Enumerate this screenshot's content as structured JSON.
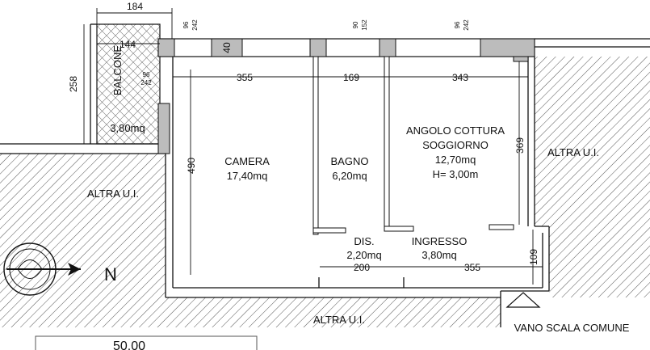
{
  "rooms": {
    "balcone": {
      "name": "BALCONE",
      "area": "3,80mq"
    },
    "camera": {
      "name": "CAMERA",
      "area": "17,40mq"
    },
    "bagno": {
      "name": "BAGNO",
      "area": "6,20mq"
    },
    "soggiorno": {
      "name1": "ANGOLO COTTURA",
      "name2": "SOGGIORNO",
      "area": "12,70mq",
      "height": "H= 3,00m"
    },
    "dis": {
      "name": "DIS.",
      "area": "2,20mq"
    },
    "ingresso": {
      "name": "INGRESSO",
      "area": "3,80mq"
    }
  },
  "labels": {
    "altra_right": "ALTRA U.I.",
    "altra_left": "ALTRA U.I.",
    "altra_bottom": "ALTRA U.I.",
    "vano_scala": "VANO SCALA COMUNE",
    "north": "N",
    "bottom_cut": "50,00"
  },
  "dimensions": {
    "balcone_width_outer": "184",
    "balcone_width_inner": "144",
    "balcone_height": "258",
    "window1_top": "96",
    "window1_bottom": "242",
    "window_depth": "40",
    "window2_top": "90",
    "window2_bottom": "152",
    "window3_top": "96",
    "window3_bottom": "242",
    "door_top": "96",
    "door_bottom": "242",
    "camera_width": "355",
    "bagno_width": "169",
    "soggiorno_width": "343",
    "camera_depth": "490",
    "soggiorno_depth": "369",
    "dis_width": "200",
    "ingresso_width": "355",
    "ingresso_depth": "109"
  }
}
